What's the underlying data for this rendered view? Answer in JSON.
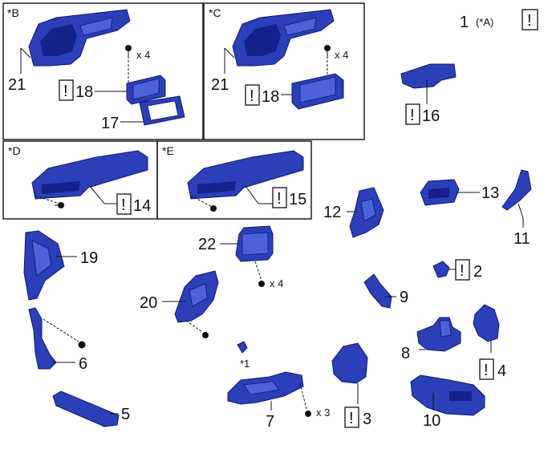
{
  "title": {
    "number": "1",
    "note": "(*A)"
  },
  "alert_symbol": "!",
  "groups": {
    "B": {
      "label": "*B",
      "parts": [
        "21",
        "18",
        "17"
      ],
      "screw_qty": "x 4"
    },
    "C": {
      "label": "*C",
      "parts": [
        "21",
        "18"
      ],
      "screw_qty": "x 4"
    },
    "D": {
      "label": "*D",
      "parts": [
        "14"
      ]
    },
    "E": {
      "label": "*E",
      "parts": [
        "15"
      ]
    }
  },
  "callouts": {
    "p16": "16",
    "p13": "13",
    "p12": "12",
    "p11": "11",
    "p22": "22",
    "p22_qty": "x 4",
    "p19": "19",
    "p20": "20",
    "p2": "2",
    "p9": "9",
    "p6": "6",
    "p8": "8",
    "p4": "4",
    "p5": "5",
    "p7": "7",
    "p7_qty": "x 3",
    "p7_note": "*1",
    "p3": "3",
    "p10": "10"
  }
}
